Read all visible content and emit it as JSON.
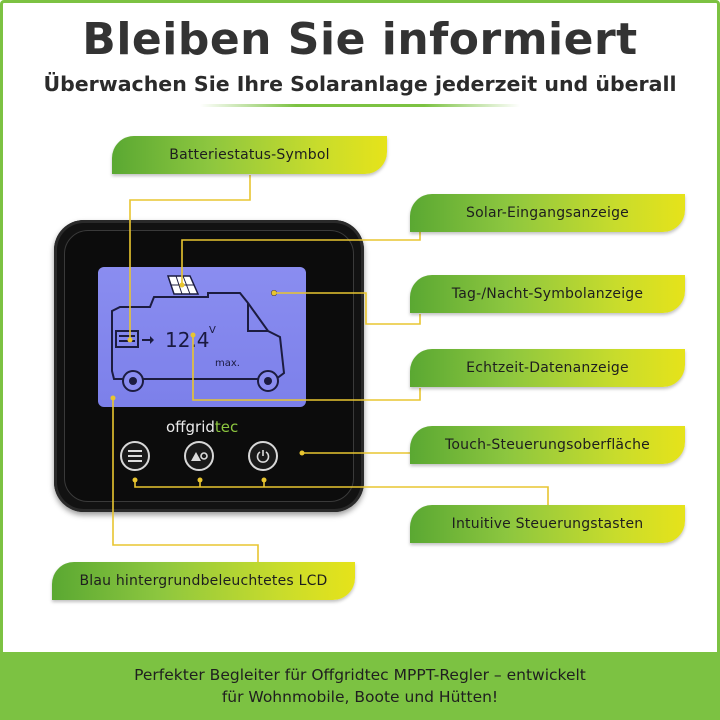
{
  "header": {
    "title": "Bleiben Sie informiert",
    "subtitle": "Überwachen Sie Ihre Solaranlage jederzeit und überall"
  },
  "labels": {
    "battery_status": "Batteriestatus-Symbol",
    "solar_input": "Solar-Eingangsanzeige",
    "day_night": "Tag-/Nacht-Symbolanzeige",
    "realtime_data": "Echtzeit-Datenanzeige",
    "touch_surface": "Touch-Steuerungsoberfläche",
    "control_buttons": "Intuitive Steuerungstasten",
    "blue_lcd": "Blau hintergrundbeleuchtetes LCD"
  },
  "device": {
    "brand_main": "offgrid",
    "brand_accent": "tec",
    "reading_value": "12.4",
    "reading_unit": "V",
    "reading_mode": "max.",
    "buttons": [
      {
        "icon": "menu-icon"
      },
      {
        "icon": "up-settings-icon"
      },
      {
        "icon": "power-icon"
      }
    ]
  },
  "footer": {
    "line1": "Perfekter Begleiter für Offgridtec MPPT-Regler – entwickelt",
    "line2": "für Wohnmobile, Boote und Hütten!"
  },
  "colors": {
    "accent_green": "#7cc242",
    "label_gradient_end": "#e6e31a",
    "lcd_blue": "#8a8df0",
    "pointer_line": "#e8c530"
  }
}
